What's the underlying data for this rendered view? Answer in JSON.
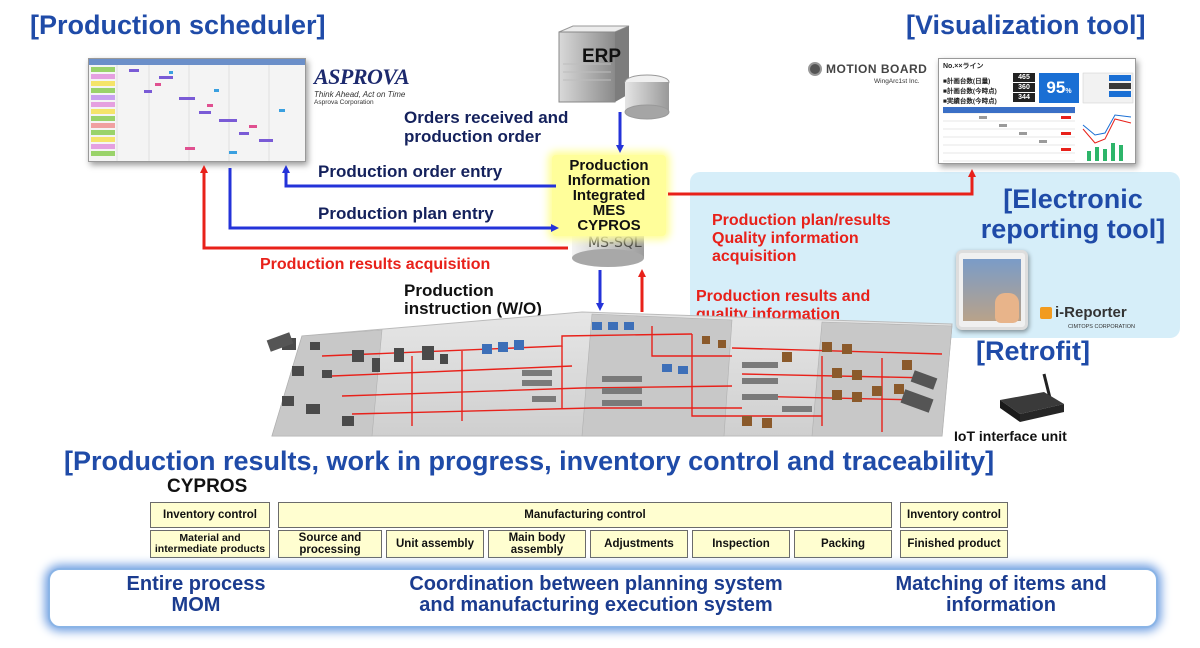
{
  "headings": {
    "scheduler": "[Production scheduler]",
    "visualization": "[Visualization tool]",
    "electronic": "[Electronic reporting tool]",
    "retrofit": "[Retrofit]",
    "main": "[Production results, work in progress, inventory control and traceability]"
  },
  "logos": {
    "asprova": "ASPROVA",
    "asprova_tagline": "Think Ahead, Act on Time",
    "asprova_corp": "Asprova Corporation",
    "motionboard": "MOTION BOARD",
    "wingarc": "WingArc1st Inc.",
    "ireporter": "i-Reporter",
    "cimtops": "CIMTOPS CORPORATION"
  },
  "erp": {
    "label": "ERP"
  },
  "mes": {
    "line1": "Production",
    "line2": "Information",
    "line3": "Integrated MES",
    "line4": "CYPROS",
    "db": "MS-SQL"
  },
  "flows": {
    "orders": "Orders received and production order",
    "order_entry": "Production order entry",
    "plan_entry": "Production plan entry",
    "results_acq": "Production results acquisition",
    "plan_results": "Production plan/results",
    "quality_info": "Quality information",
    "acquisition": "acquisition",
    "instruction": "Production instruction (W/O)",
    "results_quality": "Production results and quality information"
  },
  "iot": {
    "label": "IoT interface unit"
  },
  "cypros": {
    "title": "CYPROS"
  },
  "table": {
    "inv_left": "Inventory control",
    "material": "Material and intermediate products",
    "mfg": "Manufacturing control",
    "source": "Source and processing",
    "unit": "Unit assembly",
    "mainbody": "Main body assembly",
    "adjust": "Adjustments",
    "inspection": "Inspection",
    "packing": "Packing",
    "inv_right": "Inventory control",
    "finished": "Finished product"
  },
  "bottom": {
    "left_l1": "Entire process",
    "left_l2": "MOM",
    "mid_l1": "Coordination between planning system",
    "mid_l2": "and manufacturing execution system",
    "right_l1": "Matching of items and",
    "right_l2": "information"
  },
  "dashboard": {
    "title": "No.××ライン",
    "r1": "■計画台数(日量)",
    "r2": "■計画台数(今時点)",
    "r3": "■実績台数(今時点)",
    "v1": "465",
    "v2": "360",
    "v3": "344",
    "pct": "95",
    "pct_unit": "%"
  },
  "colors": {
    "blue_arrow": "#2433d9",
    "red_arrow": "#e8211a",
    "heading": "#1f4ba8"
  }
}
